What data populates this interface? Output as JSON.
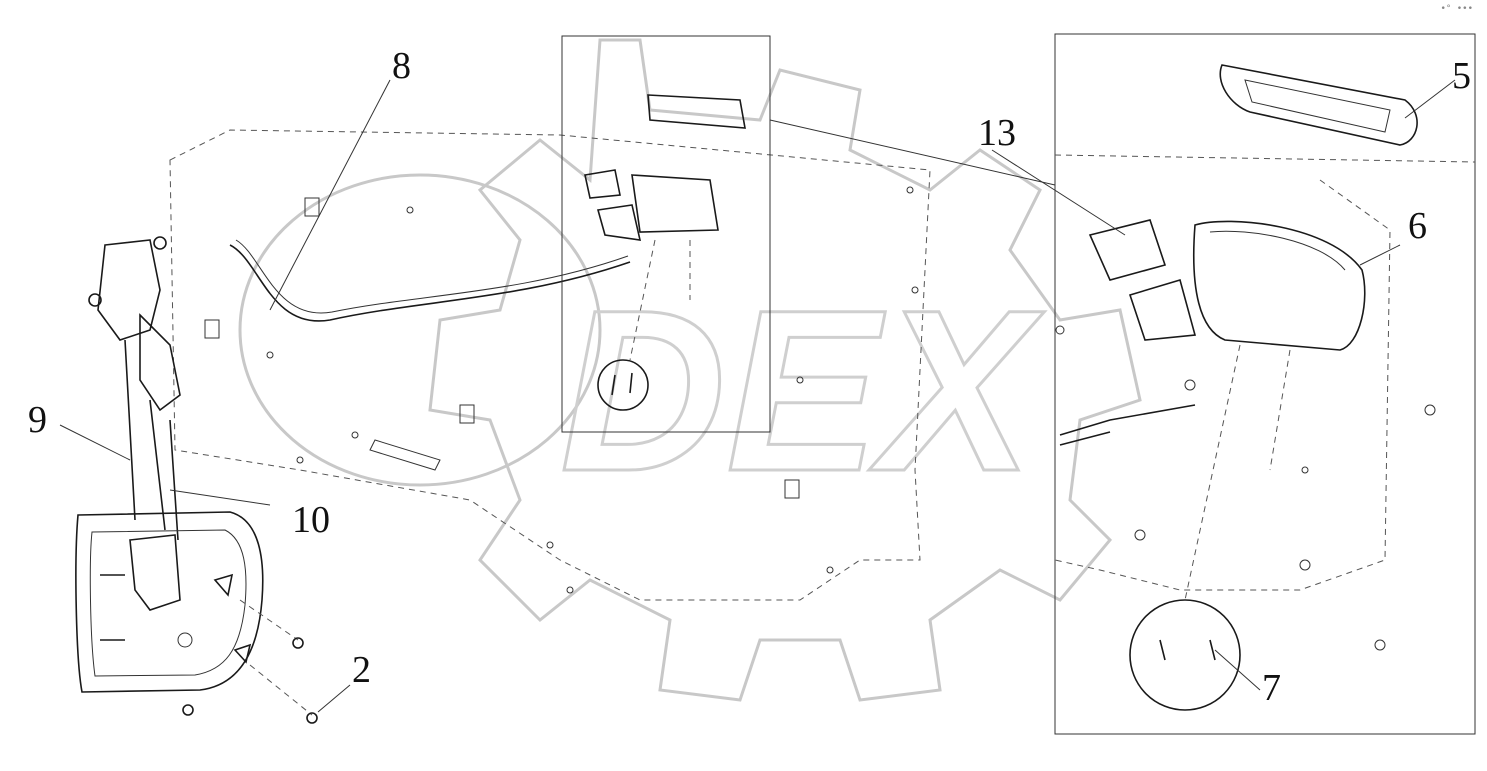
{
  "diagram": {
    "callouts": [
      {
        "id": "c8",
        "label": "8"
      },
      {
        "id": "c13",
        "label": "13"
      },
      {
        "id": "c5",
        "label": "5"
      },
      {
        "id": "c6",
        "label": "6"
      },
      {
        "id": "c9",
        "label": "9"
      },
      {
        "id": "c10",
        "label": "10"
      },
      {
        "id": "c2",
        "label": "2"
      },
      {
        "id": "c7",
        "label": "7"
      }
    ],
    "watermark": "DEX",
    "corner_mark": "•° •••"
  }
}
